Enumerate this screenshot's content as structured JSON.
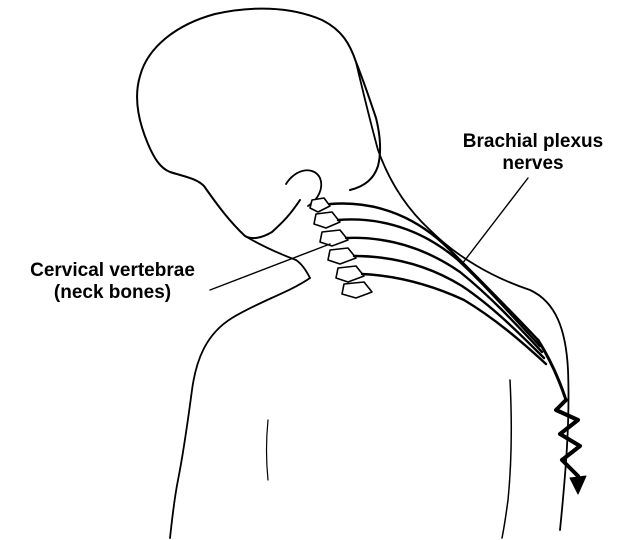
{
  "labels": {
    "brachial_line1": "Brachial plexus",
    "brachial_line2": "nerves",
    "cervical_line1": "Cervical vertebrae",
    "cervical_line2": "(neck bones)"
  },
  "colors": {
    "ink": "#000000",
    "background": "#ffffff"
  }
}
